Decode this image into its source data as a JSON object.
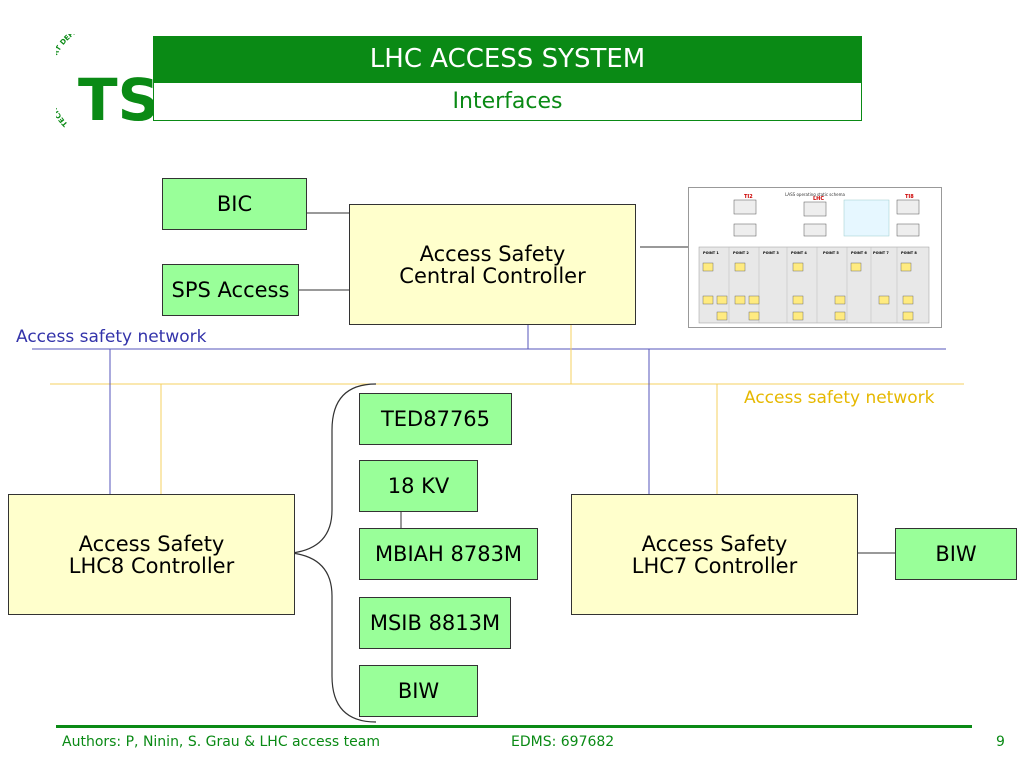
{
  "header": {
    "logo_text": "TECHNICAL SUPPORT DEPARTMENT",
    "logo_letters": "TS",
    "title": "LHC ACCESS SYSTEM",
    "subtitle": "Interfaces"
  },
  "boxes": {
    "bic": "BIC",
    "sps_access": "SPS Access",
    "central_line1": "Access Safety",
    "central_line2": "Central Controller",
    "lhc8_line1": "Access Safety",
    "lhc8_line2": "LHC8 Controller",
    "lhc7_line1": "Access Safety",
    "lhc7_line2": "LHC7 Controller",
    "ted": "TED87765",
    "kv": "18 KV",
    "mbiah": "MBIAH 8783M",
    "msib": "MSIB 8813M",
    "biw_left": "BIW",
    "biw_right": "BIW"
  },
  "networks": {
    "blue_label": "Access safety network",
    "yellow_label": "Access safety network",
    "blue_color": "#5555bb",
    "yellow_color": "#f5d060"
  },
  "thumbnail": {
    "title": "LASS operating static schema",
    "points": [
      "POINT 1",
      "POINT 2",
      "POINT 3",
      "POINT 4",
      "POINT 5",
      "POINT 6",
      "POINT 7",
      "POINT 8"
    ],
    "labels": [
      "TI2",
      "LHC",
      "TI8"
    ]
  },
  "footer": {
    "authors": "Authors: P, Ninin, S. Grau & LHC access team",
    "edms": "EDMS: 697682",
    "page": "9"
  }
}
